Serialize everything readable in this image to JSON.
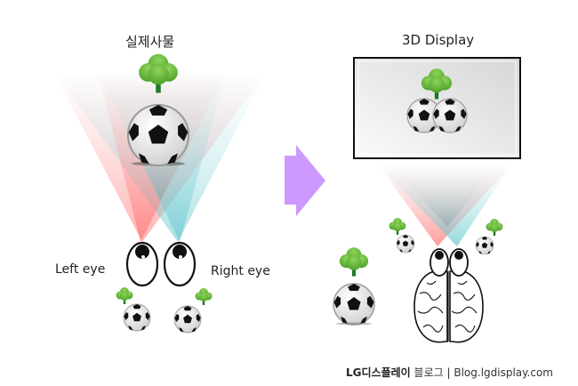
{
  "left_panel": {
    "title": "실제사물",
    "left_eye_label": "Left eye",
    "right_eye_label": "Right eye"
  },
  "right_panel": {
    "title": "3D Display"
  },
  "arrow": {
    "color": "#cc99ff"
  },
  "colors": {
    "left_beam": "#ff7a7a",
    "right_beam": "#6cc9cf",
    "tree_green": "#6cbf3a",
    "trunk": "#1a7a2a"
  },
  "footer": {
    "brand": "LG디스플레이",
    "blog": "블로그",
    "separator": "|",
    "url": "Blog.lgdisplay.com"
  }
}
